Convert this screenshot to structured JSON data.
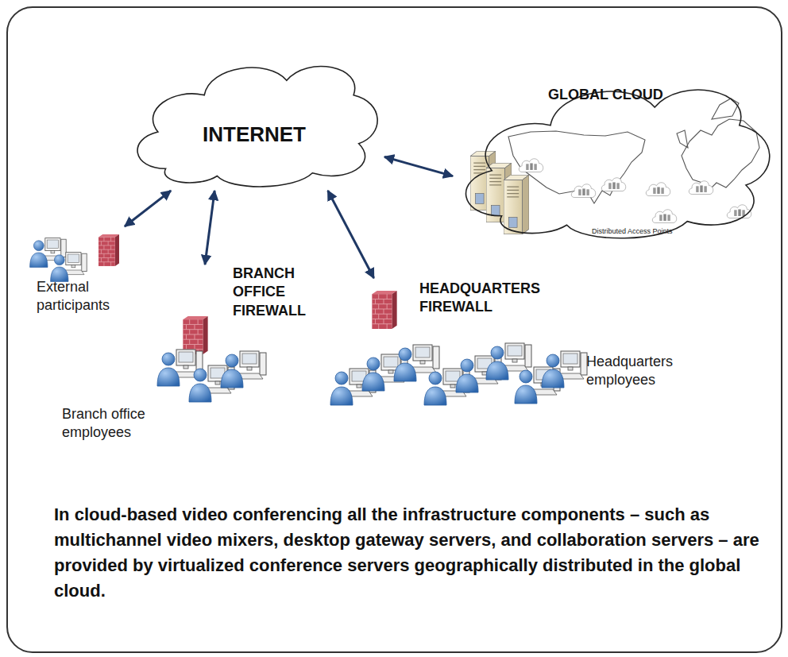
{
  "diagram": {
    "caption": "In cloud-based video conferencing all the infrastructure components – such as multichannel video mixers, desktop gateway servers, and collaboration servers – are provided by virtualized conference servers geographically distributed in the global cloud.",
    "nodes": [
      {
        "text": [
          "INTERNET"
        ]
      },
      {
        "text": [
          "GLOBAL CLOUD",
          "Distributed Access Points"
        ]
      },
      {
        "text": [
          "External participants"
        ]
      },
      {
        "text": [
          "BRANCH OFFICE FIREWALL"
        ]
      },
      {
        "text": [
          "HEADQUARTERS FIREWALL"
        ]
      }
    ],
    "edges": [
      {
        "from": 0,
        "to": 1,
        "arrow": "both"
      },
      {
        "from": 0,
        "to": 2,
        "arrow": "both"
      },
      {
        "from": 0,
        "to": 3,
        "arrow": "both"
      },
      {
        "from": 0,
        "to": 4,
        "arrow": "both"
      }
    ],
    "labels": [
      "Branch office employees",
      "Headquarters employees"
    ]
  }
}
